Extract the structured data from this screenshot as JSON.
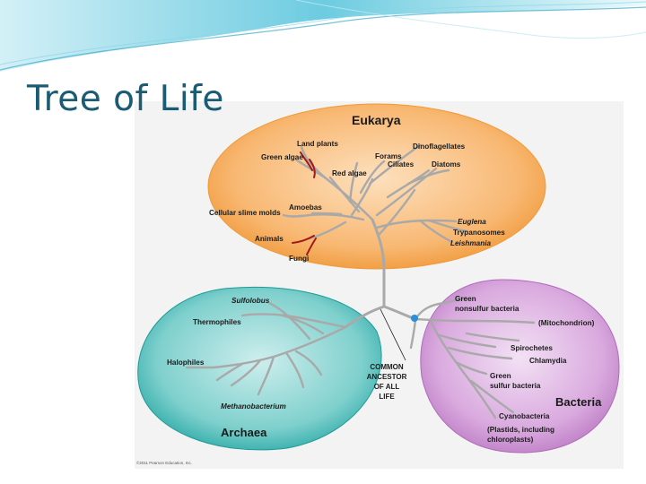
{
  "slide": {
    "title": "Tree of Life"
  },
  "diagram": {
    "domains": {
      "eukarya": "Eukarya",
      "archaea": "Archaea",
      "bacteria": "Bacteria"
    },
    "eukarya_labels": {
      "land_plants": "Land plants",
      "green_algae": "Green algae",
      "dinoflagellates": "Dinoflagellates",
      "forams": "Forams",
      "ciliates": "Ciliates",
      "diatoms": "Diatoms",
      "red_algae": "Red algae",
      "amoebas": "Amoebas",
      "cellular_slime_molds": "Cellular slime molds",
      "euglena": "Euglena",
      "trypanosomes": "Trypanosomes",
      "leishmania": "Leishmania",
      "animals": "Animals",
      "fungi": "Fungi"
    },
    "archaea_labels": {
      "sulfolobus": "Sulfolobus",
      "thermophiles": "Thermophiles",
      "halophiles": "Halophiles",
      "methanobacterium": "Methanobacterium"
    },
    "bacteria_labels": {
      "green_nonsulfur_1": "Green",
      "green_nonsulfur_2": "nonsulfur bacteria",
      "mitochondrion": "(Mitochondrion)",
      "spirochetes": "Spirochetes",
      "chlamydia": "Chlamydia",
      "green_sulfur_1": "Green",
      "green_sulfur_2": "sulfur bacteria",
      "cyanobacteria": "Cyanobacteria",
      "plastids_1": "(Plastids, including",
      "plastids_2": "chloroplasts)"
    },
    "ancestor_lines": [
      "COMMON",
      "ANCESTOR",
      "OF ALL",
      "LIFE"
    ],
    "copyright": "©2011 Pearson Education, Inc."
  },
  "colors": {
    "title": "#1a5c73",
    "eukarya": "#f6a44a",
    "archaea": "#3fb6b3",
    "bacteria": "#c98ad0",
    "branch": "#a9a9a9",
    "highlight_branch": "#a01a1a",
    "ancestor_dot": "#2a8fd6"
  }
}
